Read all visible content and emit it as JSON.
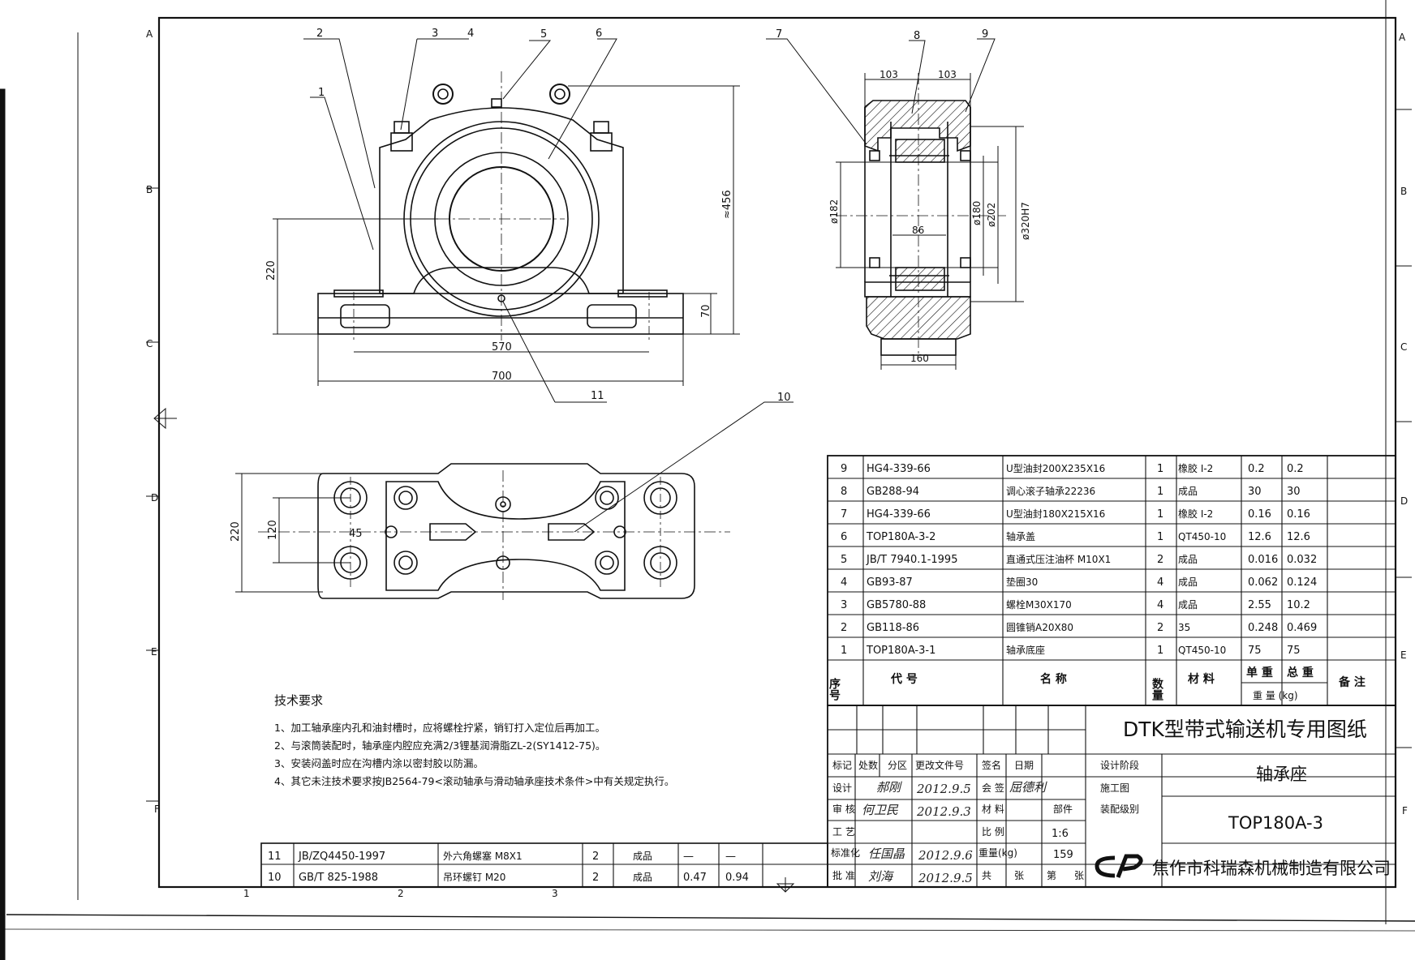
{
  "zones_left": [
    "A",
    "B",
    "C",
    "D",
    "E",
    "F"
  ],
  "zones_right": [
    "A",
    "B",
    "C",
    "D",
    "E",
    "F"
  ],
  "col_numbers": [
    "1",
    "2",
    "3"
  ],
  "front_view": {
    "callouts": [
      "1",
      "2",
      "3",
      "4",
      "5",
      "6",
      "11"
    ],
    "dims": {
      "w_base": "700",
      "w_holes": "570",
      "h_center": "220",
      "h_base": "70",
      "h_total": "≈456"
    }
  },
  "section_view": {
    "callouts": [
      "7",
      "8",
      "9"
    ],
    "dims": {
      "left": "103",
      "right": "103",
      "d182": "ø182",
      "d180": "ø180",
      "d202": "ø202",
      "d320": "ø320H7",
      "inner": "86",
      "width": "160"
    }
  },
  "plan_view": {
    "callouts": [
      "10"
    ],
    "dims": {
      "h220": "220",
      "h120": "120",
      "a45": "45"
    }
  },
  "parts_table": {
    "rows": [
      {
        "no": "9",
        "code": "HG4-339-66",
        "name": "U型油封200X235X16",
        "qty": "1",
        "mat": "橡胶 I-2",
        "unit": "0.2",
        "total": "0.2",
        "note": ""
      },
      {
        "no": "8",
        "code": "GB288-94",
        "name": "调心滚子轴承22236",
        "qty": "1",
        "mat": "成品",
        "unit": "30",
        "total": "30",
        "note": ""
      },
      {
        "no": "7",
        "code": "HG4-339-66",
        "name": "U型油封180X215X16",
        "qty": "1",
        "mat": "橡胶 I-2",
        "unit": "0.16",
        "total": "0.16",
        "note": ""
      },
      {
        "no": "6",
        "code": "TOP180A-3-2",
        "name": "轴承盖",
        "qty": "1",
        "mat": "QT450-10",
        "unit": "12.6",
        "total": "12.6",
        "note": ""
      },
      {
        "no": "5",
        "code": "JB/T 7940.1-1995",
        "name": "直通式压注油杯 M10X1",
        "qty": "2",
        "mat": "成品",
        "unit": "0.016",
        "total": "0.032",
        "note": ""
      },
      {
        "no": "4",
        "code": "GB93-87",
        "name": "垫圈30",
        "qty": "4",
        "mat": "成品",
        "unit": "0.062",
        "total": "0.124",
        "note": ""
      },
      {
        "no": "3",
        "code": "GB5780-88",
        "name": "螺栓M30X170",
        "qty": "4",
        "mat": "成品",
        "unit": "2.55",
        "total": "10.2",
        "note": ""
      },
      {
        "no": "2",
        "code": "GB118-86",
        "name": "圆锥销A20X80",
        "qty": "2",
        "mat": "35",
        "unit": "0.248",
        "total": "0.469",
        "note": ""
      },
      {
        "no": "1",
        "code": "TOP180A-3-1",
        "name": "轴承底座",
        "qty": "1",
        "mat": "QT450-10",
        "unit": "75",
        "total": "75",
        "note": ""
      }
    ],
    "header": {
      "no": "序号",
      "code": "代    号",
      "name": "名      称",
      "qty": "数量",
      "mat": "材 料",
      "unit": "单 重",
      "total": "总 重",
      "weight": "重 量 (kg)",
      "note": "备 注"
    }
  },
  "lower_table": {
    "rows": [
      {
        "no": "11",
        "code": "JB/ZQ4450-1997",
        "name": "外六角螺塞 M8X1",
        "qty": "2",
        "mat": "成品",
        "unit": "—",
        "total": "—"
      },
      {
        "no": "10",
        "code": "GB/T 825-1988",
        "name": "吊环螺钉 M20",
        "qty": "2",
        "mat": "成品",
        "unit": "0.47",
        "total": "0.94"
      }
    ]
  },
  "tech_req": {
    "heading": "技术要求",
    "items": [
      "1、加工轴承座内孔和油封槽时，应将螺栓拧紧，销钉打入定位后再加工。",
      "2、与滚筒装配时，轴承座内腔应充满2/3锂基润滑脂ZL-2(SY1412-75)。",
      "3、安装闷盖时应在沟槽内涂以密封胶以防漏。",
      "4、其它未注技术要求按JB2564-79<滚动轴承与滑动轴承座技术条件>中有关规定执行。"
    ]
  },
  "title_block": {
    "drawing_set": "DTK型带式输送机专用图纸",
    "part_name": "轴承座",
    "drawing_no": "TOP180A-3",
    "company": "焦作市科瑞森机械制造有限公司",
    "logo": "CRS-logo",
    "labels": {
      "mark": "标记",
      "count": "处数",
      "zone": "分区",
      "doc": "更改文件号",
      "sign": "签名",
      "date": "日期",
      "design": "设计",
      "review": "审 核",
      "craft": "工 艺",
      "std": "标准化",
      "approve": "批 准",
      "countersign": "会 签",
      "material": "材 料",
      "scale": "比 例",
      "weight": "重量(kg)",
      "stage": "设计阶段",
      "construct": "施工图",
      "assembly": "装配级别",
      "part": "部件",
      "sheets_total": "共",
      "sheets": "张",
      "page": "第",
      "page2": "张"
    },
    "values": {
      "scale": "1:6",
      "weight": "159"
    },
    "signatures": {
      "design_name": "郝刚",
      "design_date": "2012.9.5",
      "review_name": "何卫民",
      "review_date": "2012.9.3",
      "counter_name": "屈德利",
      "std_name": "任国晶",
      "std_date": "2012.9.6",
      "approve_name": "刘海",
      "approve_date": "2012.9.5"
    }
  }
}
